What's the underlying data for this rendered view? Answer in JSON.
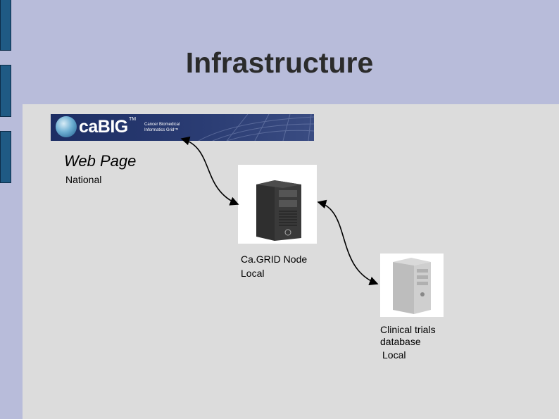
{
  "slide": {
    "title": "Infrastructure"
  },
  "banner": {
    "logo_text": "caBIG",
    "trademark": "TM",
    "tagline": "Cancer Biomedical Informatics Grid™"
  },
  "nodes": {
    "web_page": {
      "heading": "Web Page",
      "scope": "National"
    },
    "grid_node": {
      "name": "Ca.GRID Node",
      "scope": "Local"
    },
    "database": {
      "name_line1": "Clinical trials",
      "name_line2": "database",
      "scope": "Local"
    }
  },
  "icons": [
    "globe-icon",
    "tower-server-icon",
    "desktop-tower-icon"
  ],
  "colors": {
    "background": "#b8bcda",
    "content_panel": "#dcdcdc",
    "side_bar": "#1f5a84",
    "banner": "#22346a"
  }
}
